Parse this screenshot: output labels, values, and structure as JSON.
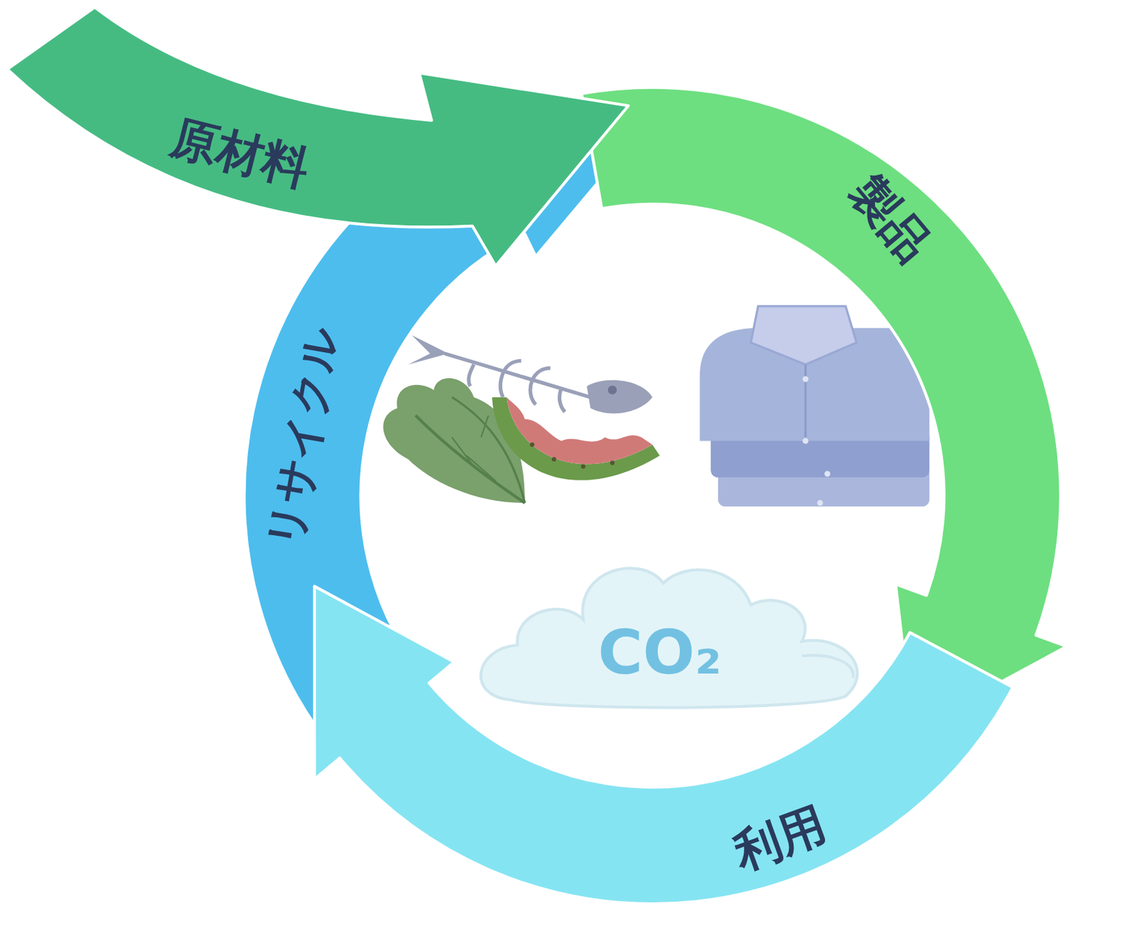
{
  "diagram": {
    "nodes": [
      {
        "text": [
          "原材料"
        ]
      },
      {
        "text": [
          "製品"
        ]
      },
      {
        "text": [
          "利用"
        ]
      },
      {
        "text": [
          "リサイクル"
        ]
      }
    ],
    "labels": [
      "CO₂"
    ]
  }
}
